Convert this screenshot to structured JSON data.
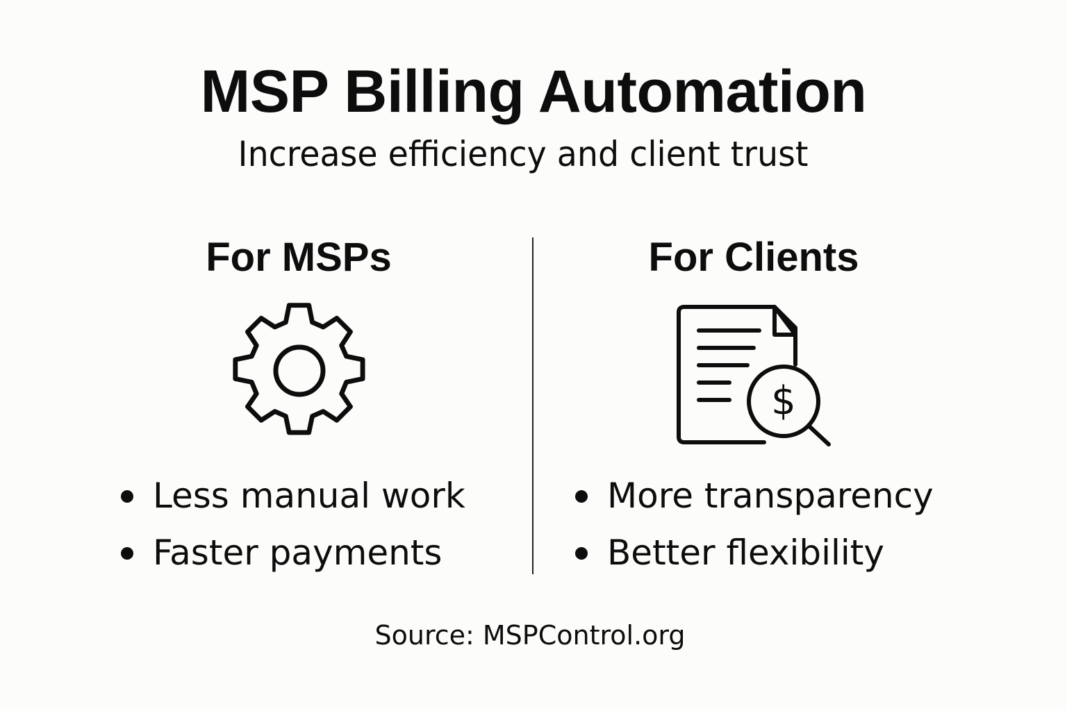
{
  "header": {
    "title": "MSP Billing Automation",
    "subtitle": "Increase efficiency and client trust"
  },
  "columns": [
    {
      "heading": "For MSPs",
      "icon": "gear-icon",
      "bullets": [
        "Less manual work",
        "Faster payments"
      ]
    },
    {
      "heading": "For Clients",
      "icon": "invoice-dollar-search-icon",
      "bullets": [
        "More transparency",
        "Better flexibility"
      ]
    }
  ],
  "footer": {
    "source": "Source: MSPControl.org"
  },
  "colors": {
    "background": "#fcfcfa",
    "text": "#0d0d0d",
    "divider": "#222222"
  }
}
